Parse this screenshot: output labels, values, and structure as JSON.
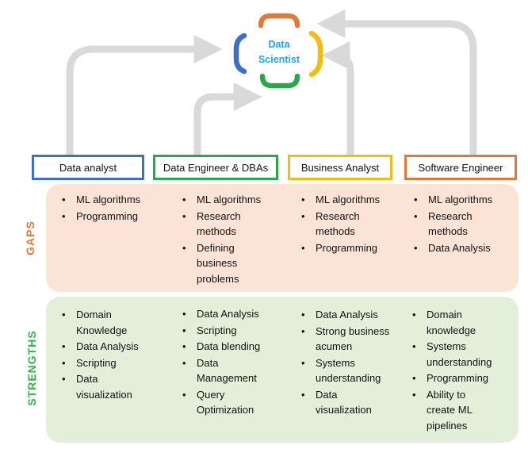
{
  "center": {
    "line1": "Data",
    "line2": "Scientist"
  },
  "colors": {
    "analyst": "#3d6fc8",
    "engineer": "#2ca646",
    "business": "#f1bb18",
    "software": "#e07a3a",
    "arrows": "#d9d9d9"
  },
  "bands": {
    "gaps": "GAPS",
    "strengths": "STRENGTHS"
  },
  "roles": [
    {
      "title": "Data analyst",
      "gaps": [
        "ML algorithms",
        "Programming"
      ],
      "strengths": [
        "Domain Knowledge",
        "Data Analysis",
        "Scripting",
        "Data visualization"
      ]
    },
    {
      "title": "Data Engineer & DBAs",
      "gaps": [
        "ML algorithms",
        "Research methods",
        "Defining business problems"
      ],
      "strengths": [
        "Data Analysis",
        "Scripting",
        "Data blending",
        "Data Management",
        "Query Optimization"
      ]
    },
    {
      "title": "Business Analyst",
      "gaps": [
        "ML algorithms",
        "Research methods",
        "Programming"
      ],
      "strengths": [
        "Data Analysis",
        "Strong business acumen",
        "Systems understanding",
        "Data visualization"
      ]
    },
    {
      "title": "Software Engineer",
      "gaps": [
        "ML algorithms",
        "Research methods",
        "Data Analysis"
      ],
      "strengths": [
        "Domain knowledge",
        "Systems understanding",
        "Programming",
        "Ability to create ML pipelines"
      ]
    }
  ]
}
